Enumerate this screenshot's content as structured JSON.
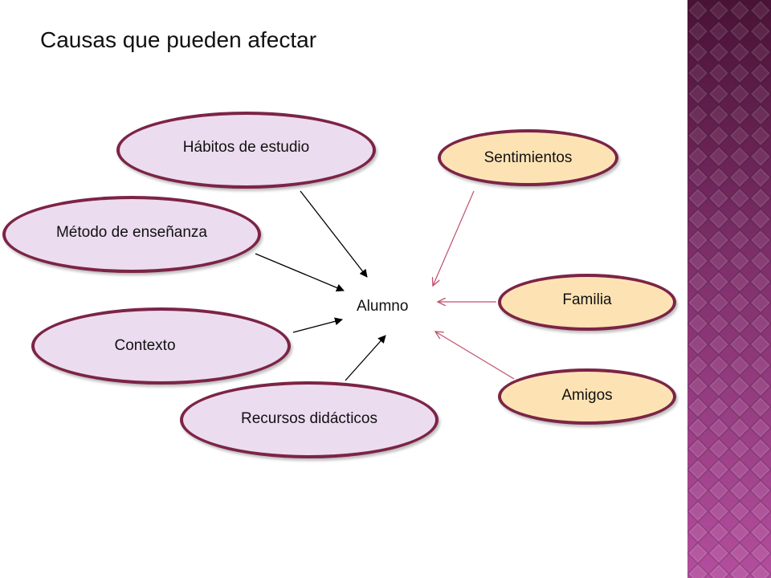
{
  "title": "Causas que pueden afectar",
  "center": "Alumno",
  "causes": {
    "habitos": "Hábitos de estudio",
    "metodo": "Método de enseñanza",
    "contexto": "Contexto",
    "recursos": "Recursos didácticos"
  },
  "emotional": {
    "sentimientos": "Sentimientos",
    "familia": "Familia",
    "amigos": "Amigos"
  },
  "colors": {
    "cause_fill": "#ecdcef",
    "emotional_fill": "#fde3b4",
    "ellipse_border": "#7c2446",
    "cause_arrow": "#000000",
    "emotional_arrow": "#c0506a",
    "sidebar_top": "#4a1236",
    "sidebar_bottom": "#b34e9e"
  }
}
